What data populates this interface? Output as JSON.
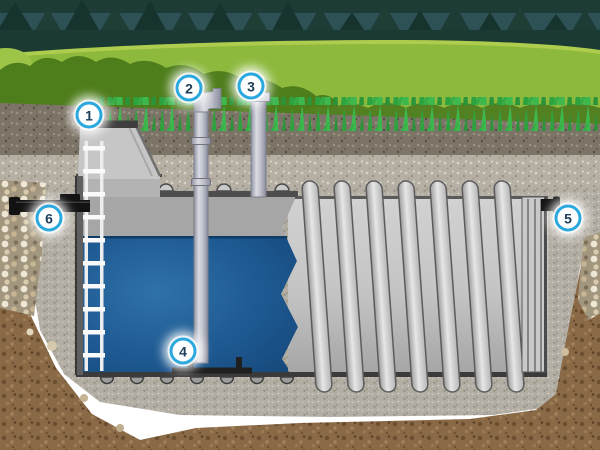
{
  "diagram": {
    "callouts": [
      {
        "label": "1"
      },
      {
        "label": "2"
      },
      {
        "label": "3"
      },
      {
        "label": "4"
      },
      {
        "label": "5"
      },
      {
        "label": "6"
      }
    ],
    "colors": {
      "badge_border": "#2ba9de",
      "badge_text": "#1d3e5a",
      "sky_teal": "#2e5156",
      "tree_green": "#1d3c35",
      "hill_green": "#8db93d",
      "grass_green": "#3cb84e",
      "gravel_dark": "#7c7466",
      "gravel_light": "#b6b0a4",
      "soil_brown": "#8a6946",
      "tank_gray": "#c6c6c6",
      "water_blue": "#1d5890",
      "pipe_gray": "#c3c5cf",
      "pipe_black": "#121212",
      "ladder_white": "#fafafa"
    }
  }
}
